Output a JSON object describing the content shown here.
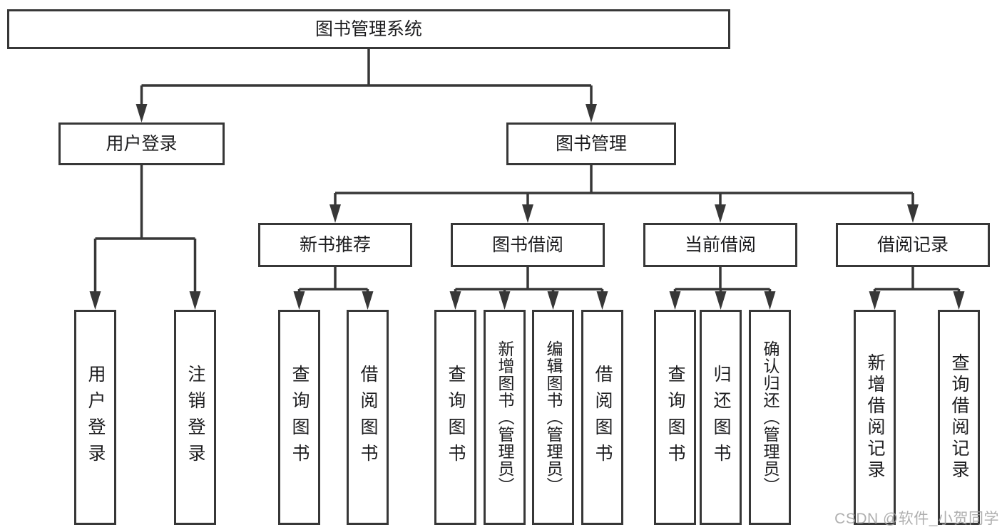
{
  "diagram_type": "hierarchy-tree",
  "tree": {
    "root": {
      "label": "图书管理系统"
    },
    "children": [
      {
        "label": "用户登录",
        "children": [
          {
            "label": "用户登录"
          },
          {
            "label": "注销登录"
          }
        ]
      },
      {
        "label": "图书管理",
        "children": [
          {
            "label": "新书推荐",
            "children": [
              {
                "label": "查询图书"
              },
              {
                "label": "借阅图书"
              }
            ]
          },
          {
            "label": "图书借阅",
            "children": [
              {
                "label": "查询图书"
              },
              {
                "label": "新增图书（管理员）"
              },
              {
                "label": "编辑图书（管理员）"
              },
              {
                "label": "借阅图书"
              }
            ]
          },
          {
            "label": "当前借阅",
            "children": [
              {
                "label": "查询图书"
              },
              {
                "label": "归还图书"
              },
              {
                "label": "确认归还（管理员）"
              }
            ]
          },
          {
            "label": "借阅记录",
            "children": [
              {
                "label": "新增借阅记录"
              },
              {
                "label": "查询借阅记录"
              }
            ]
          }
        ]
      }
    ]
  },
  "watermark": {
    "text": "CSDN @软件_小贺同学"
  },
  "colors": {
    "line": "#373737",
    "text": "#1d1d1f",
    "background": "#ffffff",
    "watermark": "#a4a4a4"
  }
}
